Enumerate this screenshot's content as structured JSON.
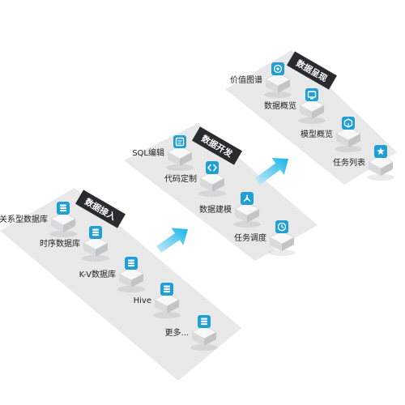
{
  "colors": {
    "panel": "#e9e9ea",
    "panel_dots": "#d6d6d8",
    "tag_bg": "#2a2b2f",
    "tag_text": "#ffffff",
    "box_top": "#f8f8f8",
    "box_left": "#d9dadc",
    "box_right": "#c3c4c6",
    "icon_tile": "#1f9fd4",
    "arrow_start": "#c9ecf9",
    "arrow_end": "#16b4e8",
    "label_text": "#222222"
  },
  "stages": [
    {
      "tag": "数据接入",
      "items": [
        {
          "label": "关系型数据库",
          "icon": "database-icon"
        },
        {
          "label": "时序数据库",
          "icon": "database-icon"
        },
        {
          "label": "K-V数据库",
          "icon": "database-icon"
        },
        {
          "label": "Hive",
          "icon": "database-icon"
        },
        {
          "label": "更多...",
          "icon": "database-icon"
        }
      ]
    },
    {
      "tag": "数据开发",
      "items": [
        {
          "label": "SQL编辑",
          "icon": "sql-icon"
        },
        {
          "label": "代码定制",
          "icon": "code-icon"
        },
        {
          "label": "数据建模",
          "icon": "modeling-icon"
        },
        {
          "label": "任务调度",
          "icon": "schedule-icon"
        }
      ]
    },
    {
      "tag": "数据呈现",
      "items": [
        {
          "label": "价值图谱",
          "icon": "value-map-icon"
        },
        {
          "label": "数据概览",
          "icon": "overview-icon"
        },
        {
          "label": "模型概览",
          "icon": "model-icon"
        },
        {
          "label": "任务列表",
          "icon": "star-icon"
        }
      ]
    }
  ],
  "arrows": [
    {
      "from": "数据接入",
      "to": "数据开发"
    },
    {
      "from": "数据开发",
      "to": "数据呈现"
    }
  ]
}
